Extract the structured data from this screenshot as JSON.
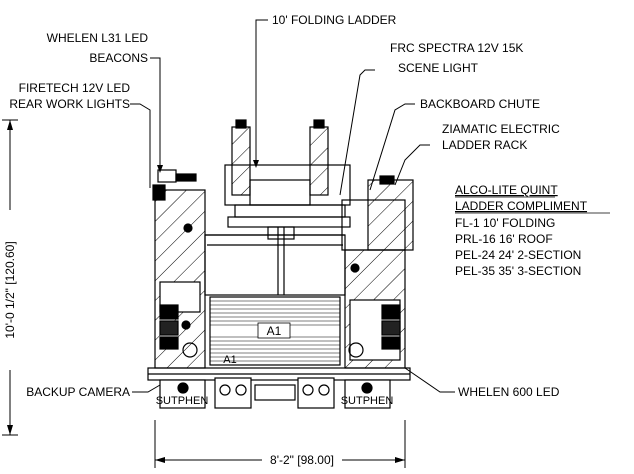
{
  "callouts": {
    "folding_ladder": "10' FOLDING LADDER",
    "beacons_line1": "WHELEN L31 LED",
    "beacons_line2": "BEACONS",
    "scene_light_line1": "FRC SPECTRA 12V 15K",
    "scene_light_line2": "SCENE LIGHT",
    "work_lights_line1": "FIRETECH 12V LED",
    "work_lights_line2": "REAR WORK LIGHTS",
    "backboard_chute": "BACKBOARD CHUTE",
    "ladder_rack_line1": "ZIAMATIC ELECTRIC",
    "ladder_rack_line2": "LADDER RACK",
    "backup_camera": "BACKUP CAMERA",
    "whelen_600": "WHELEN 600 LED"
  },
  "ladder_compliment": {
    "heading_line1": "ALCO-LITE QUINT",
    "heading_line2": "LADDER COMPLIMENT",
    "items": [
      "FL-1 10' FOLDING",
      "PRL-16 16' ROOF",
      "PEL-24 24' 2-SECTION",
      "PEL-35 35' 3-SECTION"
    ]
  },
  "dimensions": {
    "height": "10'-0 1/2\" [120.60]",
    "width": "8'-2\" [98.00]"
  },
  "compartment_labels": {
    "door_main": "A1",
    "door_small": "A1"
  },
  "mudflap_brand": "SUTPHEN"
}
